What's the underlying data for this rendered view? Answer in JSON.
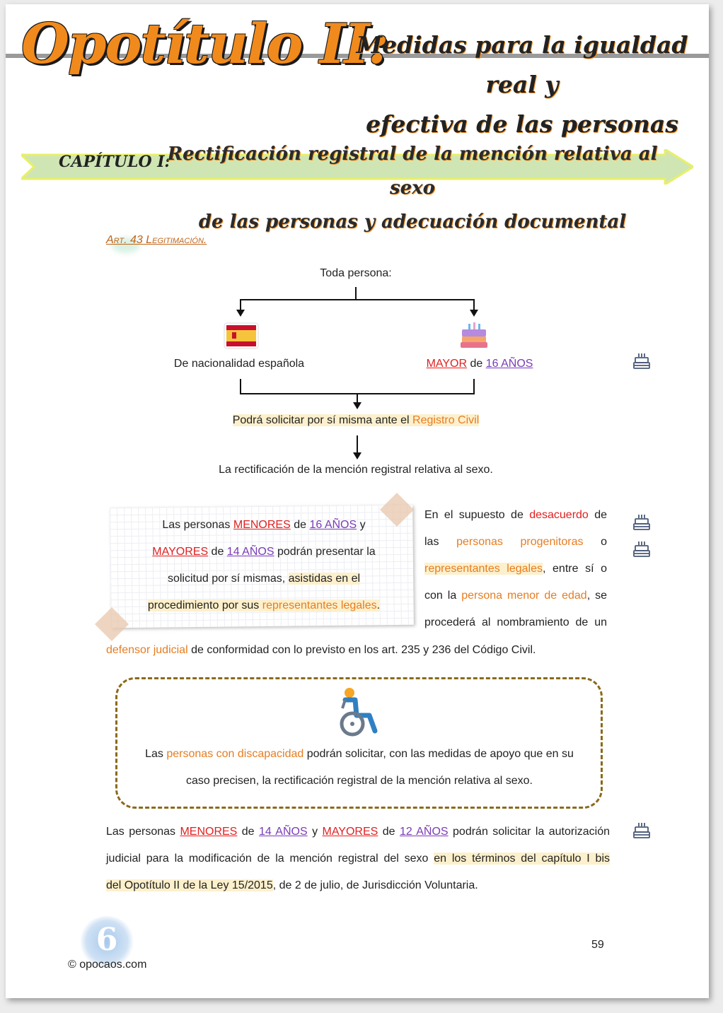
{
  "header": {
    "main_title": "Opotítulo II:",
    "sub_title_line1": "Medidas para la igualdad real y",
    "sub_title_line2": "efectiva de las personas trans"
  },
  "chapter": {
    "label": "CAPÍTULO I:",
    "title_line1": "Rectificación registral de la mención relativa al sexo",
    "title_line2": "de las personas y adecuación documental"
  },
  "article": {
    "title": "Art. 43 Legitimación."
  },
  "flow": {
    "top": "Toda persona:",
    "left": "De nacionalidad española",
    "right_a": "MAYOR",
    "right_b": " de ",
    "right_c": "16 AÑOS",
    "middle_a": "Podrá solicitar por sí misma ante el ",
    "middle_b": "Registro Civil",
    "bottom": "La rectificación de la mención registral relativa al sexo."
  },
  "note": {
    "l1a": "Las personas ",
    "l1b": "MENORES",
    "l1c": " de ",
    "l1d": "16 AÑOS",
    "l1e": " y",
    "l2a": "MAYORES",
    "l2b": " de ",
    "l2c": "14 AÑOS",
    "l2d": " podrán presentar la",
    "l3a": "solicitud por sí mismas, ",
    "l3b": "asistidas en el",
    "l4a": "procedimiento por sus ",
    "l4b": "representantes legales",
    "l4c": "."
  },
  "side": {
    "l1a": "En el supuesto de ",
    "l1b": "desacuerdo",
    "l1c": " de",
    "l2a": "las ",
    "l2b": "personas progenitoras",
    "l2c": " o",
    "l3a": "representantes legales",
    "l3b": ", entre sí o",
    "l4a": "con la ",
    "l4b": "persona menor de edad",
    "l4c": ", se",
    "l5a": "procederá al ",
    "l5b": "nombramiento de un",
    "l6a": "defensor judicial",
    "l6b": " de conformidad con lo previsto en los art. 235 y 236 del Código Civil."
  },
  "disability": {
    "l1a": "Las ",
    "l1b": "personas con discapacidad",
    "l1c": " podrán solicitar",
    "l1d": ", con las medidas de apoyo que en su",
    "l2a": "caso precisen, ",
    "l2b": "la rectificación registral de la mención relativa al sexo",
    "l2c": "."
  },
  "final": {
    "l1a": "Las personas ",
    "l1b": "MENORES",
    "l1c": " de ",
    "l1d": "14 AÑOS",
    "l1e": " y ",
    "l1f": "MAYORES",
    "l1g": " de ",
    "l1h": "12 AÑOS",
    "l1i": " podrán solicitar la autorización",
    "l2a": "judicial para la modificación",
    "l2b": " de la mención registral del sexo ",
    "l2c": "en los términos del capítulo I bis",
    "l3a": "del Opotítulo II de la Ley 15/2015",
    "l3b": ", de 2 de julio, de Jurisdicción Voluntaria."
  },
  "footer": {
    "page_number": "59",
    "copyright": "© opocaos.com",
    "logo_glyph": "6"
  },
  "colors": {
    "accent_orange": "#f08a1d",
    "red": "#e02020",
    "purple": "#7a3bb5",
    "highlight": "#fdf0cc",
    "banner_green": "#cfe6b4"
  },
  "icons": [
    "spain-flag-icon",
    "birthday-cake-icon",
    "wheelchair-icon",
    "cake-outline-icon",
    "logo-icon"
  ]
}
